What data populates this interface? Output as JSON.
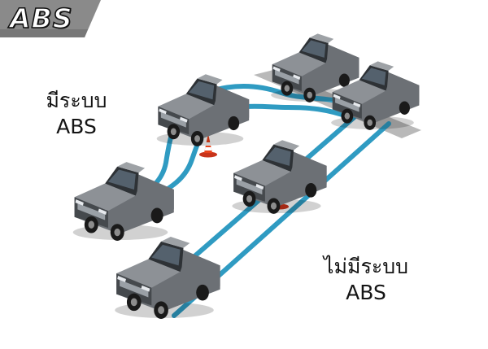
{
  "badge": {
    "label": "ABS"
  },
  "captions": {
    "with_abs": {
      "line1": "มีระบบ",
      "line2": "ABS"
    },
    "without_abs": {
      "line1": "ไม่มีระบบ",
      "line2": "ABS"
    }
  },
  "colors": {
    "lane": "#2f9bc2",
    "lane_dark": "#1f6f8e",
    "car_body": "#6c7075",
    "road": "#b9b9b9",
    "cone": "#e8431b",
    "badge_bg": "#8a8a8a"
  }
}
